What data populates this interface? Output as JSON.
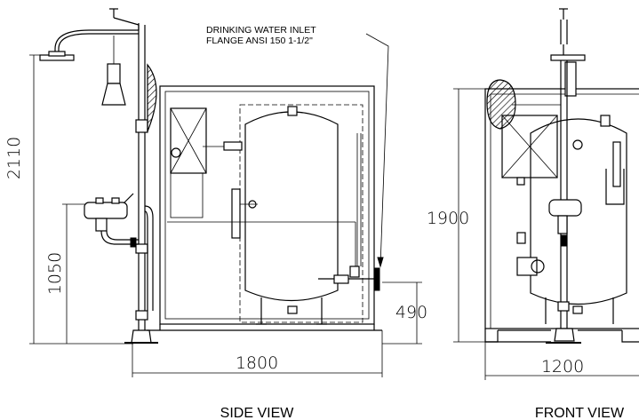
{
  "annotation": {
    "line1": "DRINKING WATER INLET",
    "line2": "FLANGE ANSI 150   1-1/2\""
  },
  "side_view": {
    "caption": "SIDE VIEW",
    "dims": {
      "shower_height": "2110",
      "eyewash_height": "1050",
      "inlet_height": "490",
      "width": "1800"
    }
  },
  "front_view": {
    "caption": "FRONT VIEW",
    "dims": {
      "height": "1900",
      "width": "1200"
    }
  }
}
